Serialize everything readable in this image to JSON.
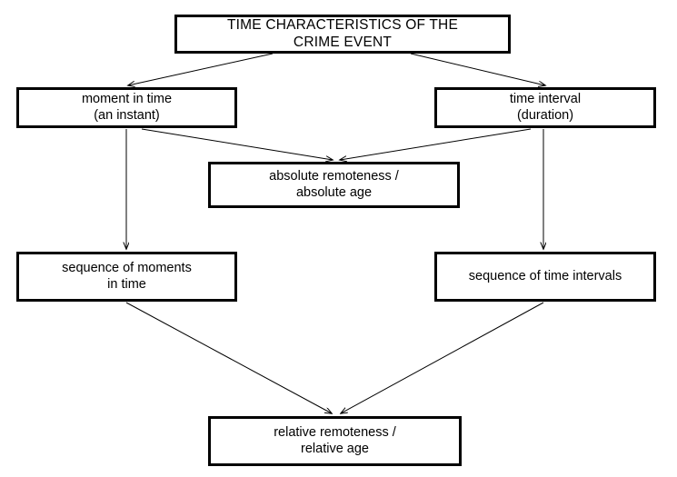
{
  "diagram": {
    "type": "hierarchical-flow-chart",
    "background_color": "#ffffff",
    "box_border_color": "#000000",
    "box_fill_color": "#ffffff",
    "arrow_color": "#000000",
    "nodes": {
      "title": {
        "line1": "TIME CHARACTERISTICS OF THE",
        "line2": "CRIME EVENT"
      },
      "moment": {
        "line1": "moment in time",
        "line2": "(an instant)"
      },
      "interval": {
        "line1": "time interval",
        "line2": "(duration)"
      },
      "absolute": {
        "line1": "absolute remoteness /",
        "line2": "absolute age"
      },
      "sequence_moments": {
        "line1": "sequence of moments",
        "line2": "in time"
      },
      "sequence_intervals": {
        "line1": "sequence of time intervals",
        "line2": ""
      },
      "relative": {
        "line1": "relative remoteness /",
        "line2": "relative age"
      }
    },
    "edges": [
      {
        "from": "title",
        "to": "moment",
        "style": "diagonal-arrow"
      },
      {
        "from": "title",
        "to": "interval",
        "style": "diagonal-arrow"
      },
      {
        "from": "moment",
        "to": "absolute",
        "style": "diagonal-arrow"
      },
      {
        "from": "interval",
        "to": "absolute",
        "style": "diagonal-arrow"
      },
      {
        "from": "moment",
        "to": "sequence_moments",
        "style": "vertical-arrow"
      },
      {
        "from": "interval",
        "to": "sequence_intervals",
        "style": "vertical-arrow"
      },
      {
        "from": "sequence_moments",
        "to": "relative",
        "style": "diagonal-arrow"
      },
      {
        "from": "sequence_intervals",
        "to": "relative",
        "style": "diagonal-arrow"
      }
    ]
  }
}
